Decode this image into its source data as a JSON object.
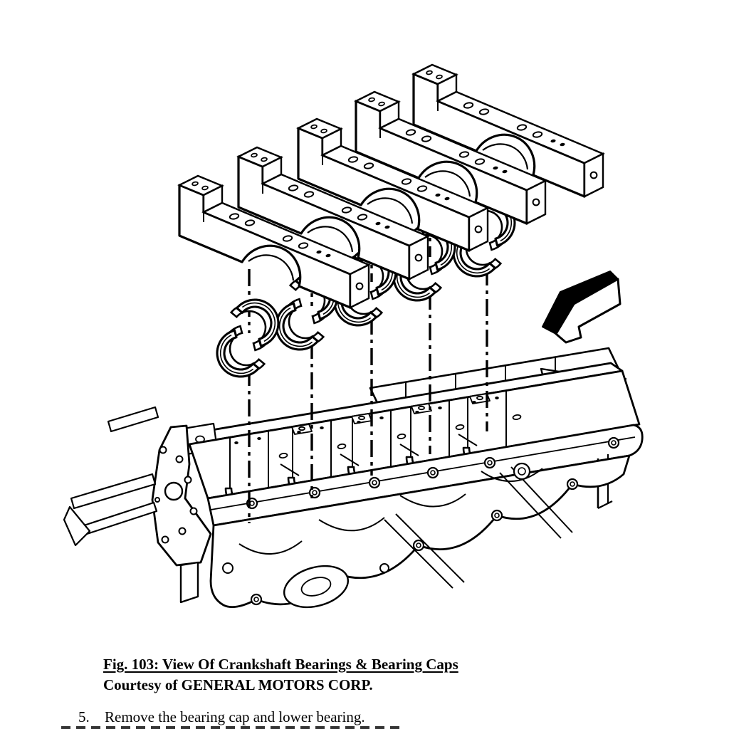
{
  "page": {
    "background_color": "#ffffff",
    "ink_color": "#000000"
  },
  "figure": {
    "caption_title": "Fig. 103: View Of Crankshaft Bearings & Bearing Caps",
    "caption_credit": "Courtesy of GENERAL MOTORS CORP.",
    "part_counts": {
      "bearing_caps": 5,
      "bearing_shell_pairs": 5,
      "centerlines": 5
    }
  },
  "procedure": {
    "steps": [
      {
        "number": "5.",
        "text": "Remove the bearing cap and lower bearing."
      }
    ]
  }
}
